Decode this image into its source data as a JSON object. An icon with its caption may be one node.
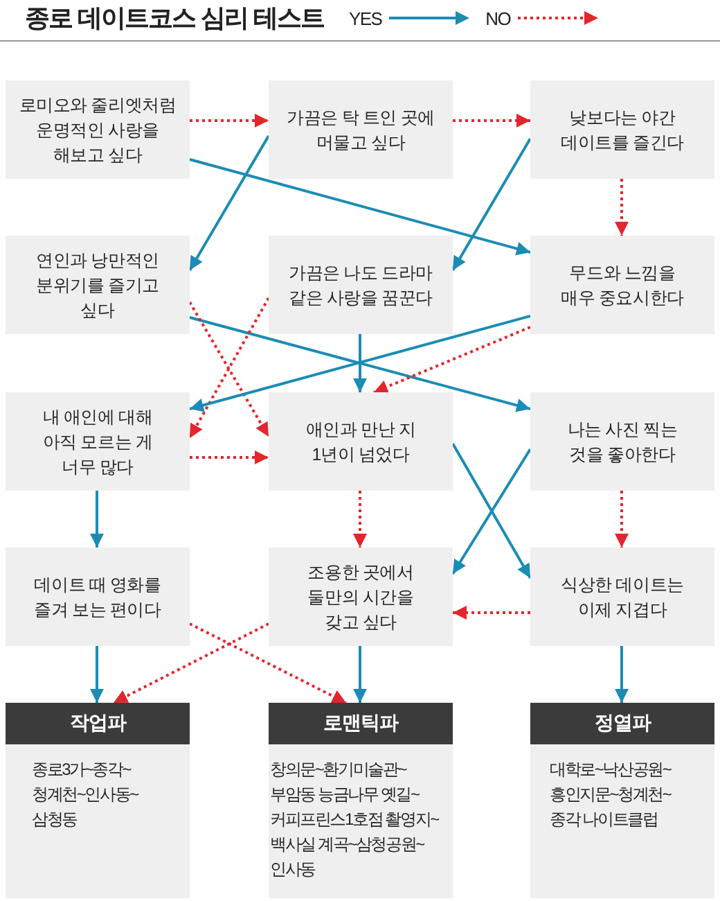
{
  "diagram": {
    "title": "종로 데이트코스 심리 테스트",
    "nodes": [
      {
        "text": [
          "로미오와 줄리엣처럼 운명적인 사랑을 해보고 싶다"
        ]
      },
      {
        "text": [
          "가끔은 탁 트인 곳에 머물고 싶다"
        ]
      },
      {
        "text": [
          "낮보다는 야간 데이트를 즐긴다"
        ]
      },
      {
        "text": [
          "연인과 낭만적인 분위기를 즐기고 싶다"
        ]
      },
      {
        "text": [
          "가끔은 나도 드라마 같은 사랑을 꿈꾼다"
        ]
      },
      {
        "text": [
          "무드와 느낌을 매우 중요시한다"
        ]
      },
      {
        "text": [
          "내 애인에 대해 아직 모르는 게 너무 많다"
        ]
      },
      {
        "text": [
          "애인과 만난 지 1년이 넘었다"
        ]
      },
      {
        "text": [
          "나는 사진 찍는 것을 좋아한다"
        ]
      },
      {
        "text": [
          "데이트 때 영화를 즐겨 보는 편이다"
        ]
      },
      {
        "text": [
          "조용한 곳에서 둘만의 시간을 갖고 싶다"
        ]
      },
      {
        "text": [
          "식상한 데이트는 이제 지겹다"
        ]
      },
      {
        "text": [
          "작업파",
          "종로3가~종각~ 청계천~인사동~ 삼청동"
        ]
      },
      {
        "text": [
          "로맨틱파",
          "창의문~환기미술관~ 부암동 능금나무 옛길~ 커피프린스1호점 촬영지~ 백사실 계곡~삼청공원~ 인사동"
        ]
      },
      {
        "text": [
          "정열파",
          "대학로~낙산공원~ 흥인지문~청계천~ 종각 나이트클럽"
        ]
      }
    ],
    "edges": [
      {
        "from": 0,
        "to": 1,
        "arrow": "to",
        "style": "dashed",
        "color": "#e3262d"
      },
      {
        "from": 1,
        "to": 2,
        "arrow": "to",
        "style": "dashed",
        "color": "#e3262d"
      },
      {
        "from": 2,
        "to": 5,
        "arrow": "to",
        "style": "dashed",
        "color": "#e3262d"
      },
      {
        "from": 0,
        "to": 5,
        "arrow": "to",
        "color": "#1c8cb4"
      },
      {
        "from": 1,
        "to": 3,
        "arrow": "to",
        "color": "#1c8cb4"
      },
      {
        "from": 2,
        "to": 4,
        "arrow": "to",
        "color": "#1c8cb4"
      },
      {
        "from": 3,
        "to": 8,
        "arrow": "to",
        "color": "#1c8cb4"
      },
      {
        "from": 3,
        "to": 7,
        "arrow": "to",
        "style": "dashed",
        "color": "#e3262d"
      },
      {
        "from": 4,
        "to": 6,
        "arrow": "to",
        "style": "dashed",
        "color": "#e3262d"
      },
      {
        "from": 4,
        "to": 7,
        "arrow": "to",
        "color": "#1c8cb4"
      },
      {
        "from": 5,
        "to": 6,
        "arrow": "to",
        "color": "#1c8cb4"
      },
      {
        "from": 5,
        "to": 7,
        "arrow": "to",
        "style": "dashed",
        "color": "#e3262d"
      },
      {
        "from": 6,
        "to": 7,
        "arrow": "to",
        "style": "dashed",
        "color": "#e3262d"
      },
      {
        "from": 6,
        "to": 9,
        "arrow": "to",
        "color": "#1c8cb4"
      },
      {
        "from": 7,
        "to": 10,
        "arrow": "to",
        "style": "dashed",
        "color": "#e3262d"
      },
      {
        "from": 7,
        "to": 11,
        "arrow": "to",
        "color": "#1c8cb4"
      },
      {
        "from": 8,
        "to": 10,
        "arrow": "to",
        "color": "#1c8cb4"
      },
      {
        "from": 8,
        "to": 11,
        "arrow": "to",
        "style": "dashed",
        "color": "#e3262d"
      },
      {
        "from": 11,
        "to": 10,
        "arrow": "to",
        "style": "dashed",
        "color": "#e3262d"
      },
      {
        "from": 9,
        "to": 12,
        "arrow": "to",
        "color": "#1c8cb4"
      },
      {
        "from": 9,
        "to": 13,
        "arrow": "to",
        "style": "dashed",
        "color": "#e3262d"
      },
      {
        "from": 10,
        "to": 12,
        "arrow": "to",
        "style": "dashed",
        "color": "#e3262d"
      },
      {
        "from": 10,
        "to": 13,
        "arrow": "to",
        "color": "#1c8cb4"
      },
      {
        "from": 11,
        "to": 14,
        "arrow": "to",
        "color": "#1c8cb4"
      }
    ],
    "legend": [
      {
        "text": "YES"
      },
      {
        "text": "NO"
      }
    ]
  }
}
